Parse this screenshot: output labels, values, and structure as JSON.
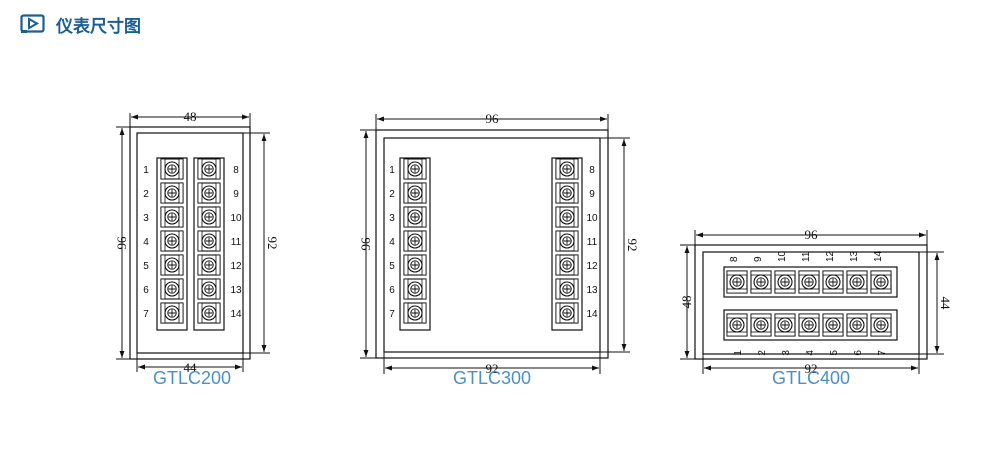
{
  "header": {
    "title": "仪表尺寸图",
    "icon": "play-screen-icon",
    "accent": "#1b5e92"
  },
  "caption_color": "#4a90c8",
  "models": [
    {
      "name": "GTLC200",
      "width": "48",
      "height": "96",
      "inner_width": "44",
      "inner_height": "92",
      "left_terminals": [
        "1",
        "2",
        "3",
        "4",
        "5",
        "6",
        "7"
      ],
      "right_terminals": [
        "8",
        "9",
        "10",
        "11",
        "12",
        "13",
        "14"
      ]
    },
    {
      "name": "GTLC300",
      "width": "96",
      "height": "96",
      "inner_width": "92",
      "inner_height": "92",
      "left_terminals": [
        "1",
        "2",
        "3",
        "4",
        "5",
        "6",
        "7"
      ],
      "right_terminals": [
        "8",
        "9",
        "10",
        "11",
        "12",
        "13",
        "14"
      ]
    },
    {
      "name": "GTLC400",
      "width": "96",
      "height": "48",
      "inner_width": "92",
      "inner_height": "44",
      "top_terminals": [
        "8",
        "9",
        "10",
        "11",
        "12",
        "13",
        "14"
      ],
      "bottom_terminals": [
        "1",
        "2",
        "3",
        "4",
        "5",
        "6",
        "7"
      ]
    }
  ]
}
